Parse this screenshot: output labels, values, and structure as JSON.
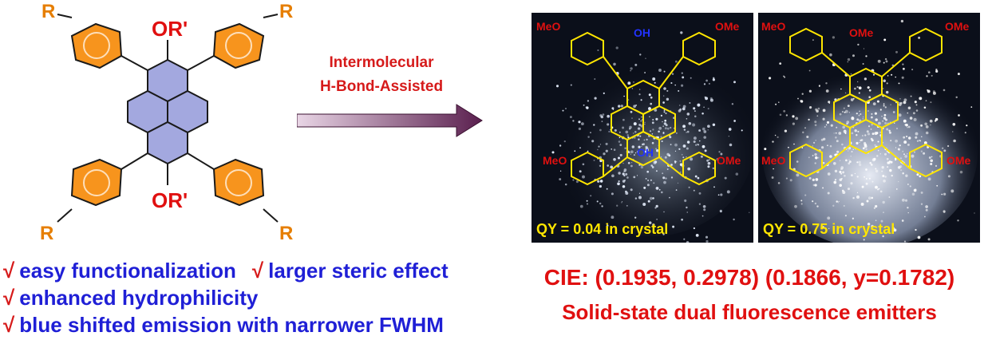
{
  "molecule": {
    "substituent_r": "R",
    "substituent_or": "OR'"
  },
  "bullets": [
    {
      "tick": "√",
      "text": "easy functionalization"
    },
    {
      "tick": "√",
      "text": "larger steric effect"
    },
    {
      "tick": "√",
      "text": "enhanced hydrophilicity"
    },
    {
      "tick": "√",
      "text": "blue shifted emission with narrower FWHM"
    }
  ],
  "arrow": {
    "line1": "Intermolecular",
    "line2": "H-Bond-Assisted"
  },
  "panels": [
    {
      "labels": {
        "meo_tl": "MeO",
        "oh_top": "OH",
        "ome_tr": "OMe",
        "meo_bl": "MeO",
        "oh_bottom": "OH",
        "ome_br": "OMe"
      },
      "qy": "QY = 0.04 in crystal"
    },
    {
      "labels": {
        "meo_tl": "MeO",
        "ome_top": "OMe",
        "ome_tr": "OMe",
        "meo_bl": "MeO",
        "ome_br": "OMe"
      },
      "qy": "QY = 0.75 in crystal"
    }
  ],
  "cie": "CIE: (0.1935, 0.2978) (0.1866, y=0.1782)",
  "emitters": "Solid-state dual fluorescence emitters",
  "colors": {
    "orange": "#f7941d",
    "pyrene": "#a3a8df",
    "blue_text": "#1f1fd6",
    "red_text": "#e01010",
    "yellow": "#ffe600"
  }
}
